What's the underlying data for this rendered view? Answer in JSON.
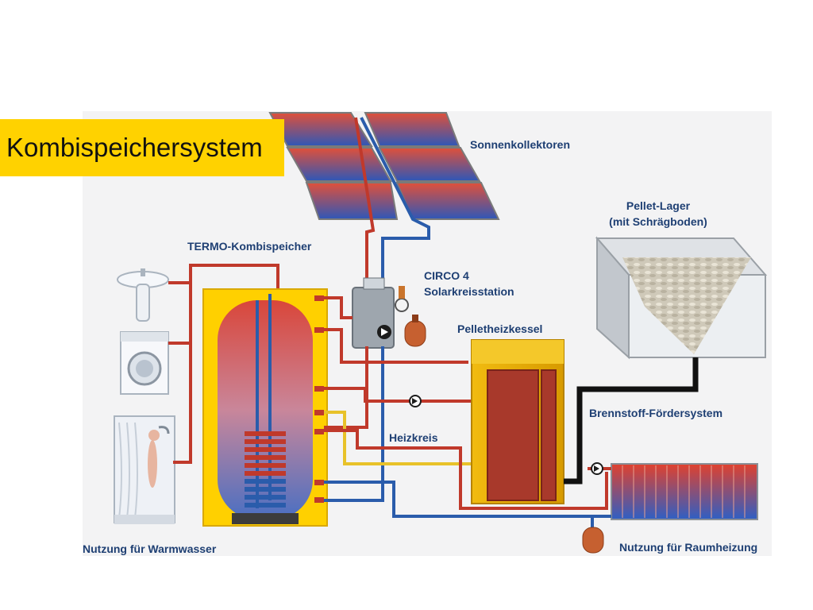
{
  "banner": {
    "title": "Kombispeichersystem"
  },
  "labels": {
    "collectors": "Sonnenkollektoren",
    "pellet_store_line1": "Pellet-Lager",
    "pellet_store_line2": "(mit Schrägboden)",
    "combi_tank": "TERMO-Kombispeicher",
    "circo_line1": "CIRCO 4",
    "circo_line2": "Solarkreisstation",
    "boiler": "Pelletheizkessel",
    "fuel_system": "Brennstoff-Fördersystem",
    "heating_circuit": "Heizkreis",
    "hot_water_use": "Nutzung für Warmwasser",
    "space_heating_use": "Nutzung für Raumheizung"
  },
  "colors": {
    "label": "#1e3f73",
    "banner": "#ffd200",
    "hot_pipe": "#c0392b",
    "cold_pipe": "#2a5cab",
    "return_pipe": "#e8c22a",
    "fuel_pipe": "#111111",
    "tank_frame": "#ffd000",
    "boiler": "#e1a700"
  },
  "icons": {
    "sink": "sink-icon",
    "washing_machine": "washing-machine-icon",
    "shower": "shower-icon",
    "pump": "pump-icon",
    "expansion_vessel": "expansion-vessel-icon"
  }
}
